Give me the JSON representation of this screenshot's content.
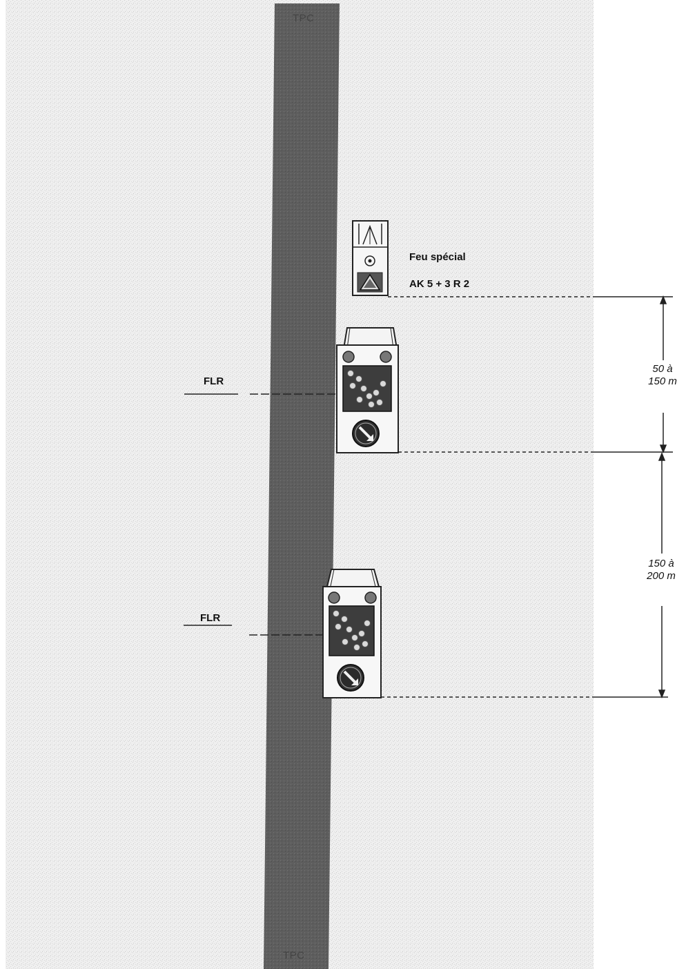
{
  "median": {
    "top_label": "TPC",
    "bottom_label": "TPC"
  },
  "special_light": {
    "title": "Feu spécial",
    "signs": "AK 5 + 3 R 2"
  },
  "trailers": [
    {
      "label": "FLR"
    },
    {
      "label": "FLR"
    }
  ],
  "dimensions": [
    {
      "line1": "50 à",
      "line2": "150 m"
    },
    {
      "line1": "150 à",
      "line2": "200 m"
    }
  ],
  "colors": {
    "road": "#ececec",
    "median": "#5a5a5a",
    "panel": "#3a3a3a",
    "line": "#222222"
  }
}
